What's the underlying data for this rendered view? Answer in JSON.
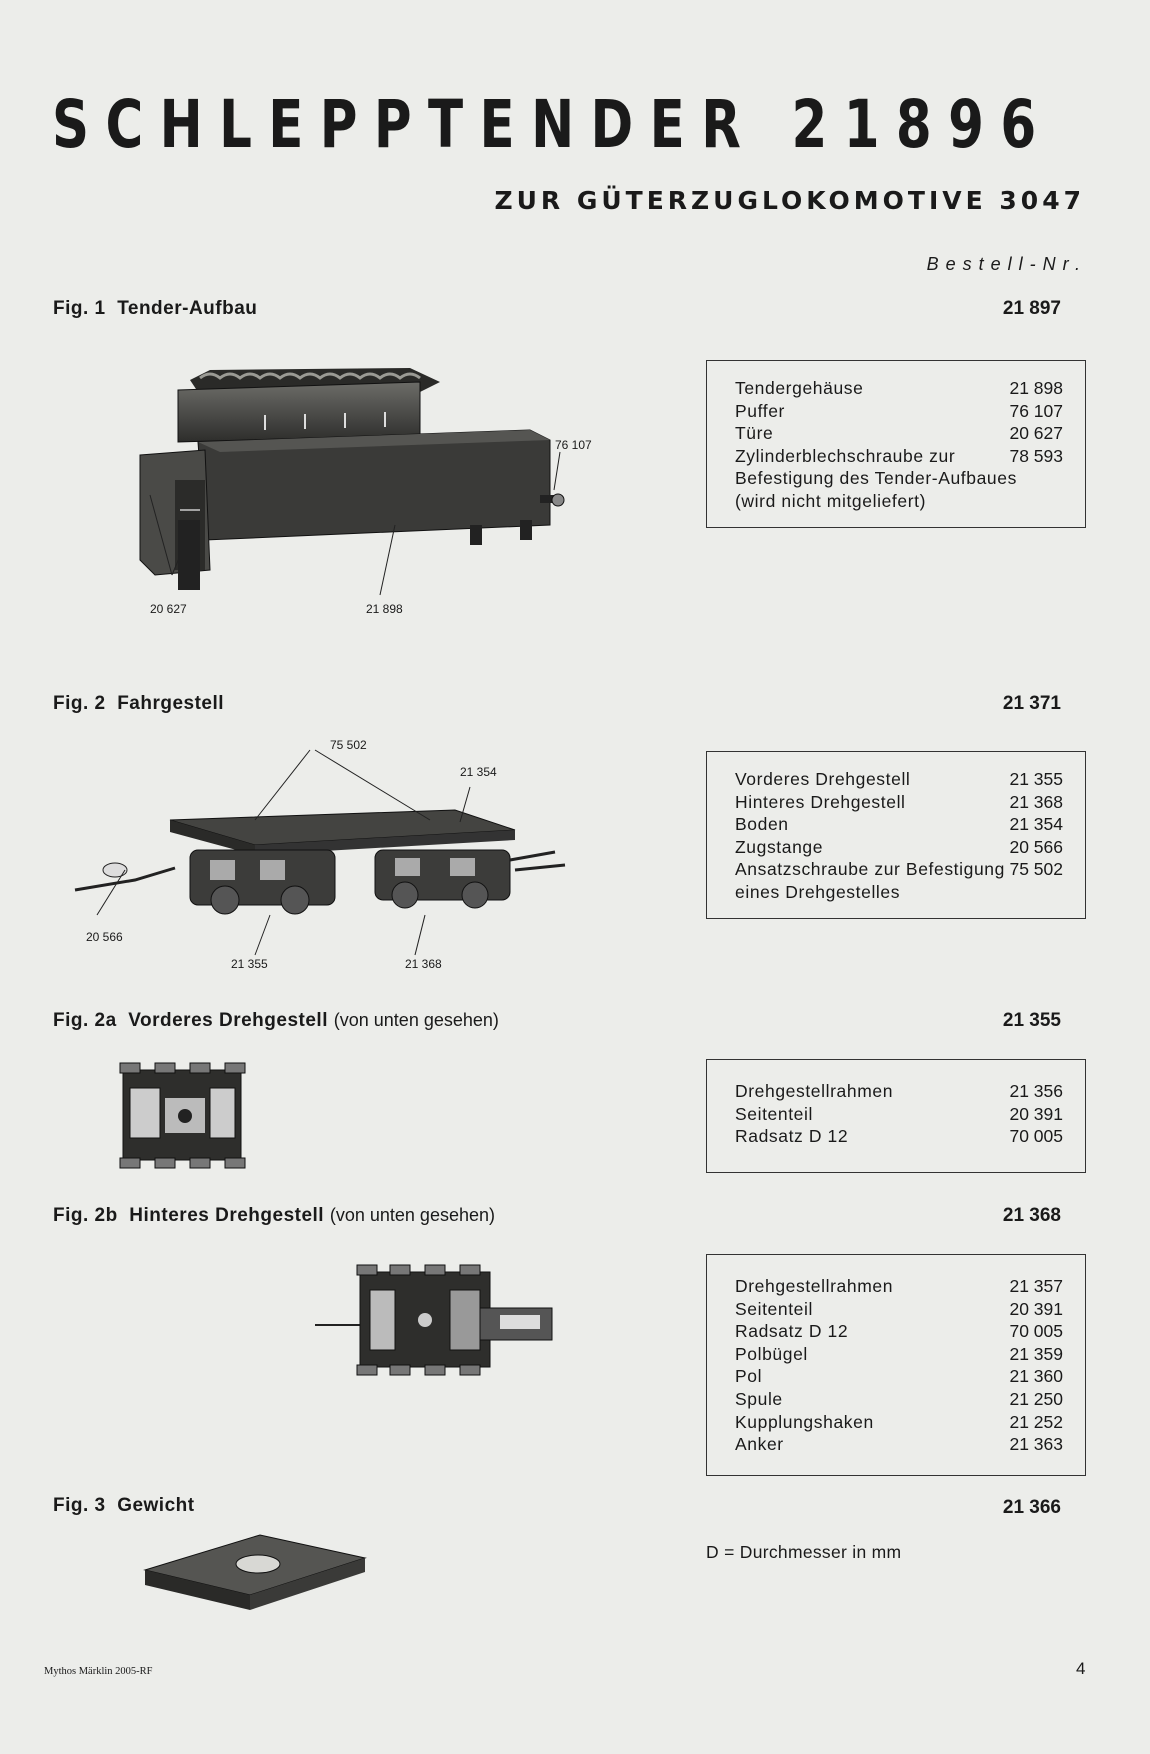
{
  "header": {
    "title": "SCHLEPPTENDER 21896",
    "subtitle": "ZUR GÜTERZUGLOKOMOTIVE 3047",
    "order_label": "Bestell-Nr."
  },
  "figures": [
    {
      "label": "Fig. 1",
      "name": "Tender-Aufbau",
      "note": "",
      "number": "21 897",
      "callouts": [
        "76 107",
        "20 627",
        "21 898"
      ],
      "parts": [
        {
          "name": "Tendergehäuse",
          "no": "21 898"
        },
        {
          "name": "Puffer",
          "no": "76 107"
        },
        {
          "name": "Türe",
          "no": "20 627"
        },
        {
          "name": "Zylinderblechschraube zur",
          "no": "78 593"
        },
        {
          "name": "Befestigung des Tender-Aufbaues",
          "no": ""
        },
        {
          "name": "(wird nicht mitgeliefert)",
          "no": ""
        }
      ]
    },
    {
      "label": "Fig. 2",
      "name": "Fahrgestell",
      "note": "",
      "number": "21 371",
      "callouts": [
        "75 502",
        "21 354",
        "20 566",
        "21 355",
        "21 368"
      ],
      "parts": [
        {
          "name": "Vorderes Drehgestell",
          "no": "21 355"
        },
        {
          "name": "Hinteres Drehgestell",
          "no": "21 368"
        },
        {
          "name": "Boden",
          "no": "21 354"
        },
        {
          "name": "Zugstange",
          "no": "20 566"
        },
        {
          "name": "Ansatzschraube zur Befestigung",
          "no": "75 502"
        },
        {
          "name": "eines Drehgestelles",
          "no": ""
        }
      ]
    },
    {
      "label": "Fig. 2a",
      "name": "Vorderes Drehgestell",
      "note": "(von unten gesehen)",
      "number": "21 355",
      "parts": [
        {
          "name": "Drehgestellrahmen",
          "no": "21 356"
        },
        {
          "name": "Seitenteil",
          "no": "20 391"
        },
        {
          "name": "Radsatz D 12",
          "no": "70 005"
        }
      ]
    },
    {
      "label": "Fig. 2b",
      "name": "Hinteres Drehgestell",
      "note": "(von unten gesehen)",
      "number": "21 368",
      "parts": [
        {
          "name": "Drehgestellrahmen",
          "no": "21 357"
        },
        {
          "name": "Seitenteil",
          "no": "20 391"
        },
        {
          "name": "Radsatz D 12",
          "no": "70 005"
        },
        {
          "name": "Polbügel",
          "no": "21 359"
        },
        {
          "name": "Pol",
          "no": "21 360"
        },
        {
          "name": "Spule",
          "no": "21 250"
        },
        {
          "name": "Kupplungshaken",
          "no": "21 252"
        },
        {
          "name": "Anker",
          "no": "21 363"
        }
      ]
    },
    {
      "label": "Fig. 3",
      "name": "Gewicht",
      "note": "",
      "number": "21 366"
    }
  ],
  "legend": "D = Durchmesser in mm",
  "footer": {
    "source": "Mythos Märklin 2005-RF",
    "page": "4"
  }
}
